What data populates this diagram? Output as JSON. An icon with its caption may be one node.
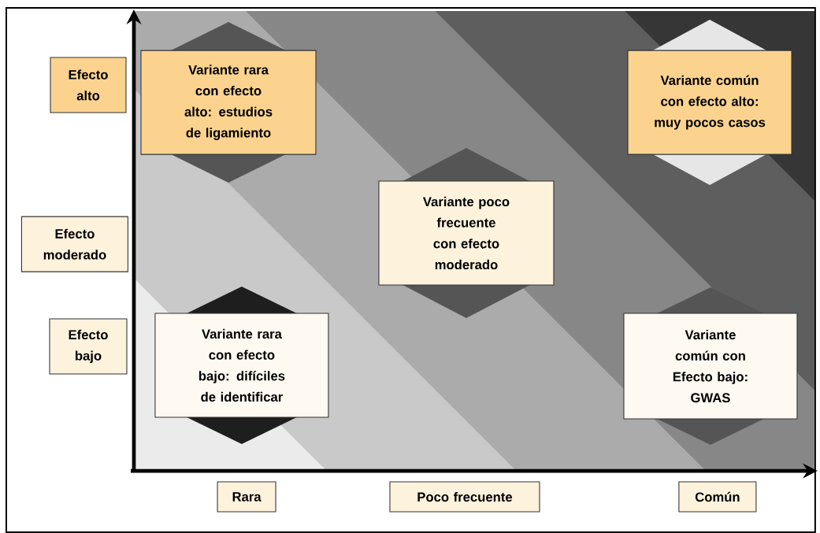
{
  "diagram": {
    "nodes": [
      {
        "text": [
          "Efecto alto"
        ]
      },
      {
        "text": [
          "Variante rara con efecto alto: estudios de ligamiento"
        ]
      },
      {
        "text": [
          "Variante común con efecto alto: muy pocos casos"
        ]
      },
      {
        "text": [
          "Efecto moderado"
        ]
      },
      {
        "text": [
          "Variante poco frecuente con efecto moderado"
        ]
      },
      {
        "text": [
          "Efecto bajo"
        ]
      },
      {
        "text": [
          "Variante rara con efecto bajo: difíciles de identificar"
        ]
      },
      {
        "text": [
          "Variante común con Efecto bajo: GWAS"
        ]
      },
      {
        "text": [
          "Rara"
        ]
      },
      {
        "text": [
          "Poco frecuente"
        ]
      },
      {
        "text": [
          "Común"
        ]
      }
    ]
  }
}
